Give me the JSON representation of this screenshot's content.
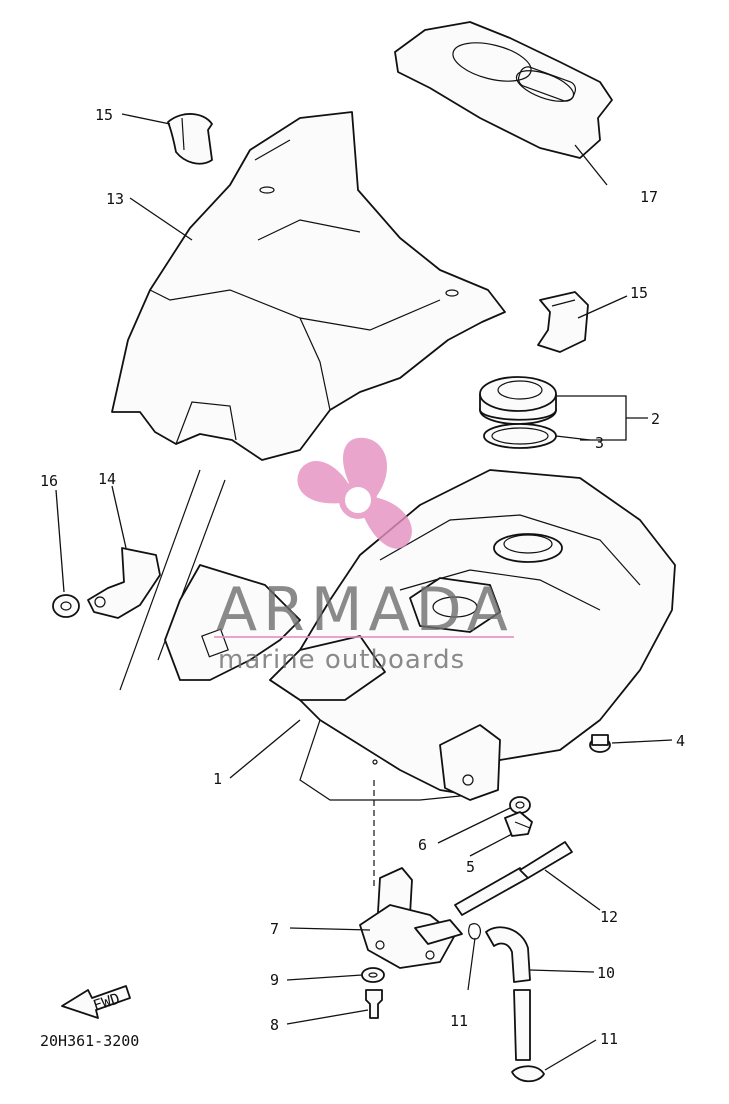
{
  "diagram": {
    "code": "20H361-3200",
    "fwd_label": "FWD",
    "callouts": [
      {
        "id": "c1",
        "text": "1"
      },
      {
        "id": "c2",
        "text": "2"
      },
      {
        "id": "c3",
        "text": "3"
      },
      {
        "id": "c4",
        "text": "4"
      },
      {
        "id": "c5",
        "text": "5"
      },
      {
        "id": "c6",
        "text": "6"
      },
      {
        "id": "c7",
        "text": "7"
      },
      {
        "id": "c8",
        "text": "8"
      },
      {
        "id": "c9",
        "text": "9"
      },
      {
        "id": "c10",
        "text": "10"
      },
      {
        "id": "c11a",
        "text": "11"
      },
      {
        "id": "c11b",
        "text": "11"
      },
      {
        "id": "c12",
        "text": "12"
      },
      {
        "id": "c13",
        "text": "13"
      },
      {
        "id": "c14",
        "text": "14"
      },
      {
        "id": "c15a",
        "text": "15"
      },
      {
        "id": "c15b",
        "text": "15"
      },
      {
        "id": "c16",
        "text": "16"
      },
      {
        "id": "c17",
        "text": "17"
      }
    ]
  },
  "watermark": {
    "brand": "ARMADA",
    "tagline": "marine outboards",
    "logo_color": "#e58fc0"
  }
}
